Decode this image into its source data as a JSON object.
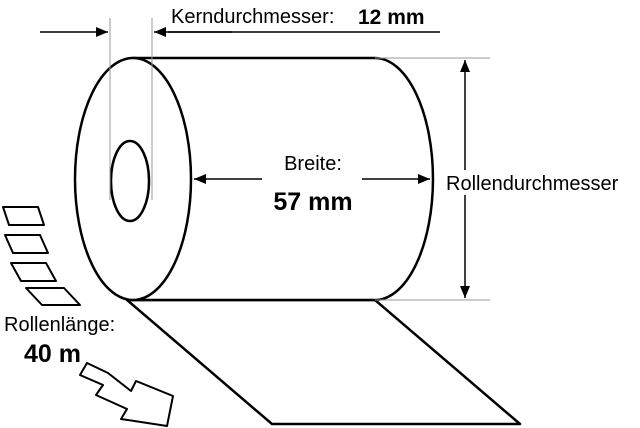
{
  "labels": {
    "core_diameter_label": "Kerndurchmesser:",
    "core_diameter_value": "12 mm",
    "width_label": "Breite:",
    "width_value": "57 mm",
    "roll_diameter_label": "Rollendurchmesser",
    "roll_length_label": "Rollenlänge:",
    "roll_length_value": "40 m"
  },
  "colors": {
    "line": "#000000",
    "fill": "#ffffff",
    "guide": "#9a9a9a"
  }
}
